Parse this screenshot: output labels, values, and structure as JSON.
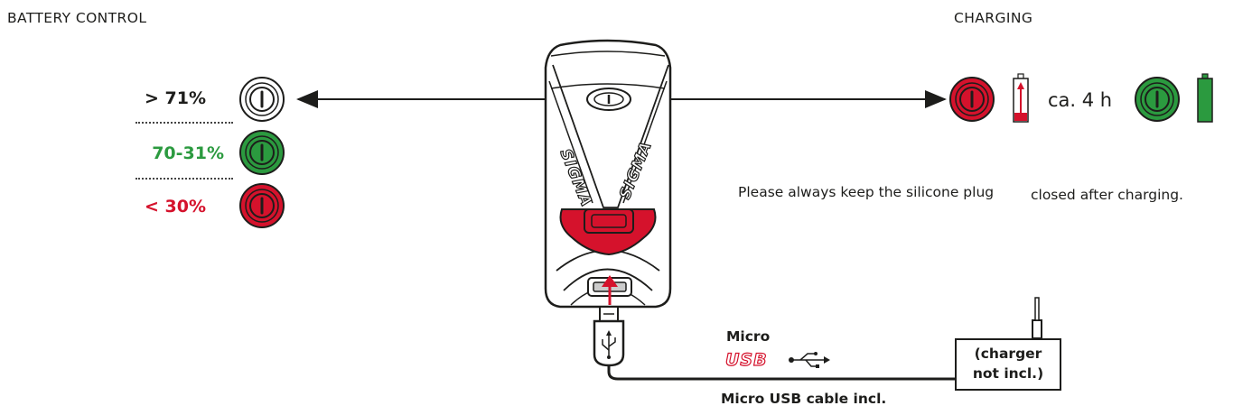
{
  "headers": {
    "battery_control": "BATTERY CONTROL",
    "charging": "CHARGING"
  },
  "battery_levels": [
    {
      "label": "> 71%",
      "color": "#1d1d1b",
      "indicator": "white"
    },
    {
      "label": "70-31%",
      "color": "#2b9a3f",
      "indicator": "green"
    },
    {
      "label": "< 30%",
      "color": "#d5122c",
      "indicator": "red"
    }
  ],
  "charging": {
    "duration": "ca. 4 h",
    "note_part1": "Please always keep the silicone plug",
    "note_part2": "closed after charging."
  },
  "device": {
    "brand_left": "SIGMA",
    "brand_right": "SIGMA"
  },
  "usb": {
    "micro_label": "Micro",
    "usb_logo": "USB",
    "cable_label": "Micro USB cable incl.",
    "charger_line1": "(charger",
    "charger_line2": "not incl.)"
  },
  "colors": {
    "red": "#d5122c",
    "green": "#2b9a3f",
    "dark": "#1d1d1b"
  }
}
